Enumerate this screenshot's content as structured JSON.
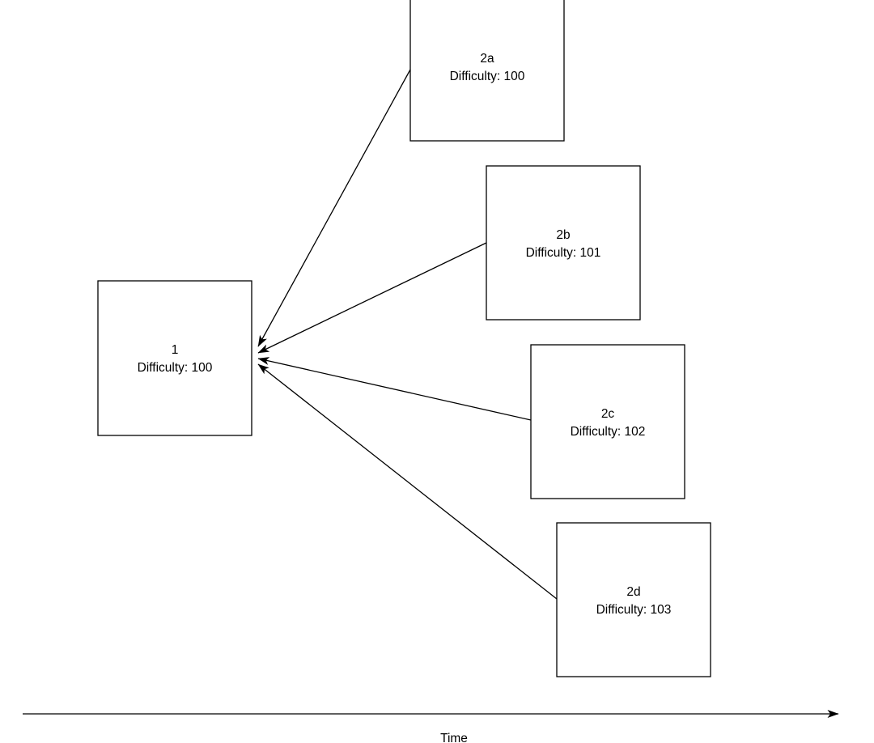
{
  "diagram": {
    "blocks": [
      {
        "label": "1",
        "difficulty": "Difficulty: 100"
      },
      {
        "label": "2a",
        "difficulty": "Difficulty: 100"
      },
      {
        "label": "2b",
        "difficulty": "Difficulty: 101"
      },
      {
        "label": "2c",
        "difficulty": "Difficulty: 102"
      },
      {
        "label": "2d",
        "difficulty": "Difficulty: 103"
      }
    ],
    "axis": {
      "label": "Time"
    },
    "colors": {
      "stroke": "#000000",
      "fill": "#ffffff"
    }
  }
}
